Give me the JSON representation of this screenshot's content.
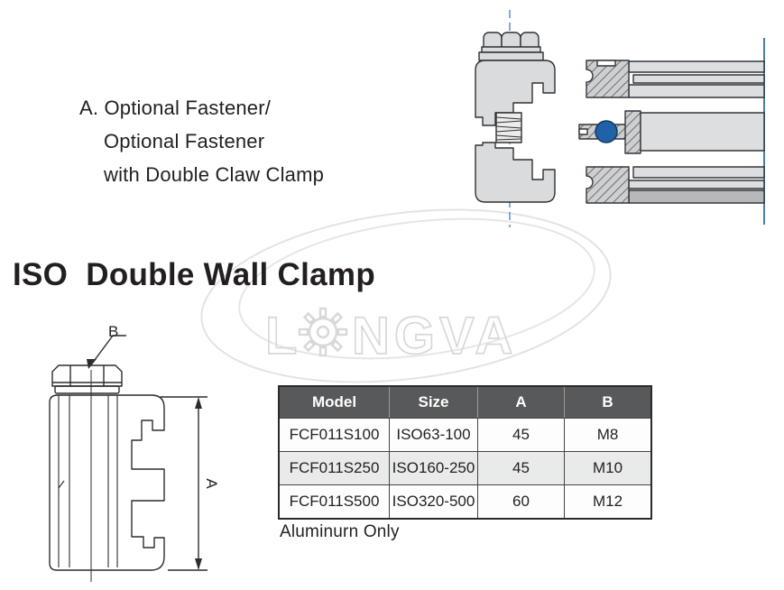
{
  "annotation": {
    "lines": [
      "A. Optional Fastener/",
      "Optional Fastener",
      "with Double Claw Clamp"
    ]
  },
  "title": "ISO  Double Wall Clamp",
  "watermark": {
    "text_left": "L",
    "text_right": "NGVA",
    "icon": "gear-icon",
    "color": "#d8d8d8"
  },
  "table": {
    "headers": [
      "Model",
      "Size",
      "A",
      "B"
    ],
    "rows": [
      {
        "model": "FCF011S100",
        "size": "ISO63-100",
        "a": "45",
        "b": "M8"
      },
      {
        "model": "FCF011S250",
        "size": "ISO160-250",
        "a": "45",
        "b": "M10"
      },
      {
        "model": "FCF011S500",
        "size": "ISO320-500",
        "a": "60",
        "b": "M12"
      }
    ],
    "header_bg": "#58595b",
    "alt_row_bg": "#e9eaea"
  },
  "note": "Aluminurn Only",
  "diagram": {
    "dim_label_a": "A",
    "dim_label_b": "B",
    "oring_color": "#2062a8",
    "centerline_color": "#5b8fc0",
    "flange_line_color": "#4d7ba6"
  }
}
